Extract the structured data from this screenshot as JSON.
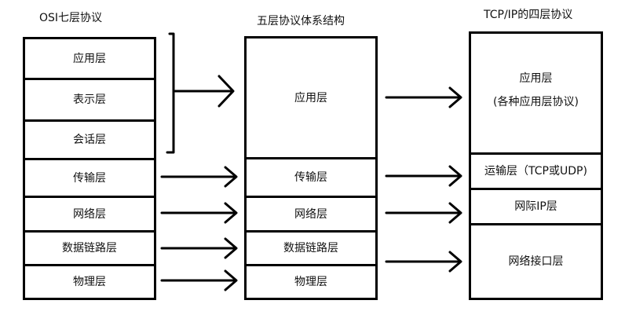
{
  "columns": {
    "osi": {
      "title": "OSI七层协议",
      "layers": [
        "应用层",
        "表示层",
        "会话层",
        "传输层",
        "网络层",
        "数据链路层",
        "物理层"
      ]
    },
    "five": {
      "title": "五层协议体系结构",
      "layers": [
        "应用层",
        "传输层",
        "网络层",
        "数据链路层",
        "物理层"
      ]
    },
    "tcpip": {
      "title": "TCP/IP的四层协议",
      "layers": [
        {
          "name": "应用层",
          "note": "(各种应用层协议)"
        },
        {
          "name": "运输层（TCP或UDP)"
        },
        {
          "name": "网际IP层"
        },
        {
          "name": "网络接口层"
        }
      ]
    }
  }
}
